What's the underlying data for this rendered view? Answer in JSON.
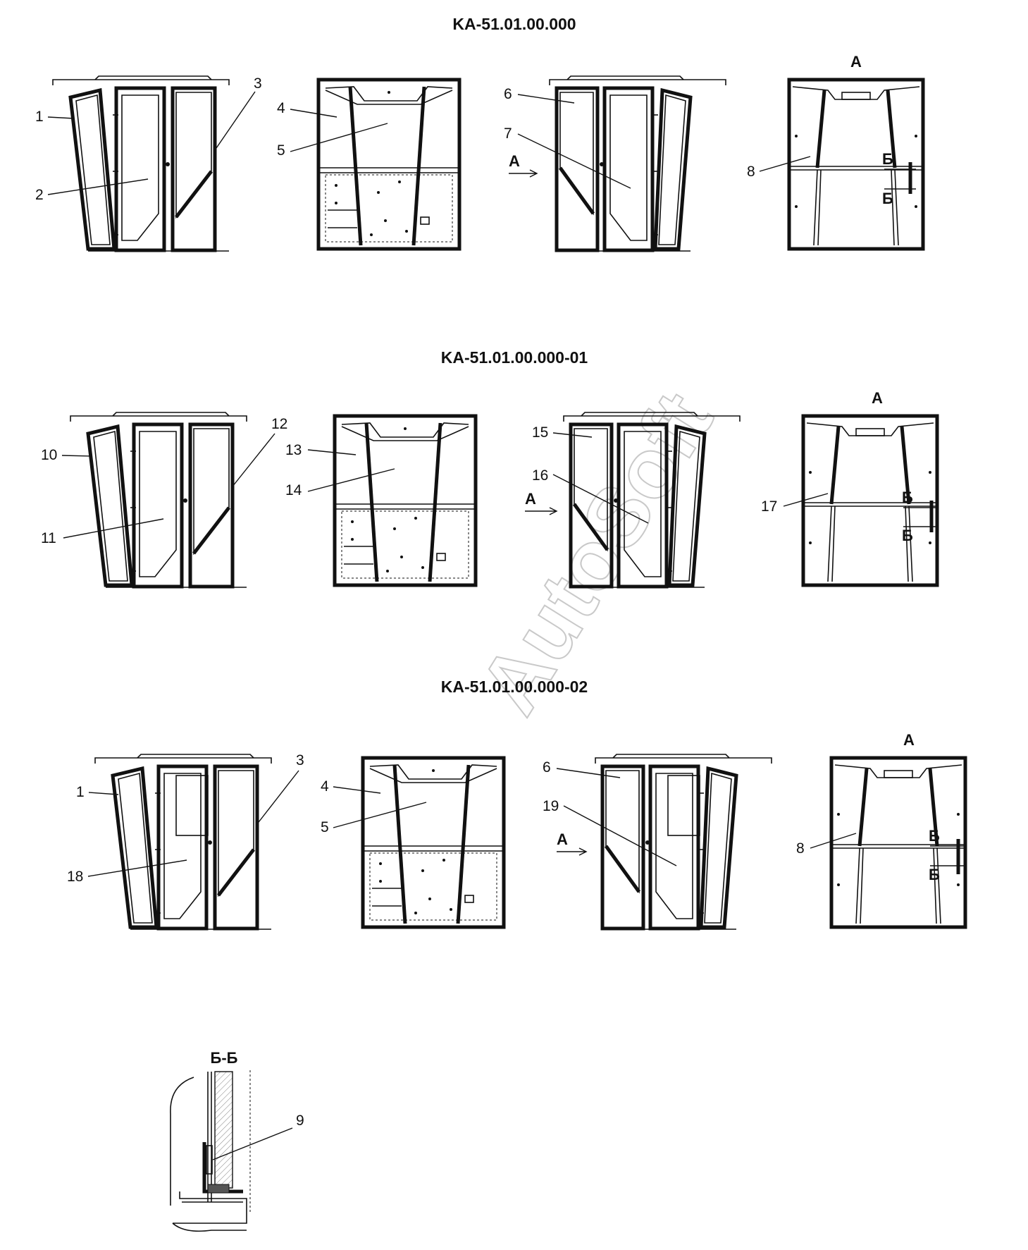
{
  "headings": {
    "row1": "KA-51.01.00.000",
    "row2": "KA-51.01.00.000-01",
    "row3": "KA-51.01.00.000-02"
  },
  "view_marks": {
    "view_a": "A",
    "section_b": "Б",
    "section_bb": "Б-Б"
  },
  "callouts": {
    "row1": [
      "1",
      "2",
      "3",
      "4",
      "5",
      "6",
      "7",
      "8"
    ],
    "row2": [
      "10",
      "11",
      "12",
      "13",
      "14",
      "15",
      "16",
      "17"
    ],
    "row3": [
      "1",
      "18",
      "3",
      "4",
      "5",
      "6",
      "19",
      "8"
    ],
    "section": [
      "9"
    ]
  },
  "watermark": "AutoSoft"
}
